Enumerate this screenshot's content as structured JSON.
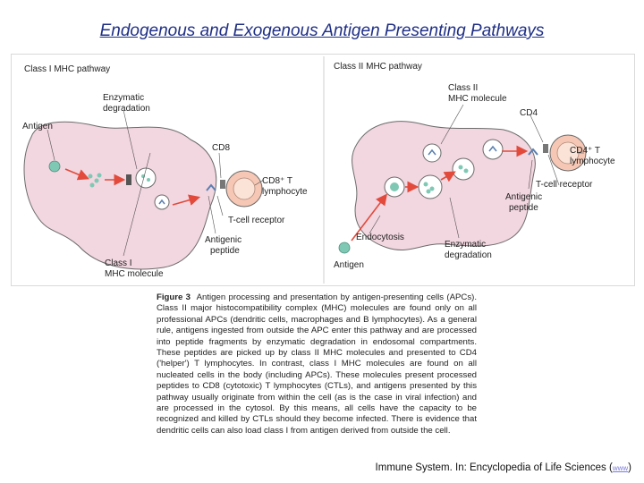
{
  "title": "Endogenous and Exogenous Antigen Presenting Pathways",
  "figure": {
    "class1": {
      "heading": "Class I MHC pathway",
      "enzymatic": "Enzymatic",
      "degradation": "degradation",
      "antigen": "Antigen",
      "cd8": "CD8",
      "cd8t_1": "CD8⁺ T",
      "cd8t_2": "lymphocyte",
      "tcr": "T-cell receptor",
      "peptide_1": "Antigenic",
      "peptide_2": "peptide",
      "mhc_1": "Class I",
      "mhc_2": "MHC molecule"
    },
    "class2": {
      "heading": "Class II MHC pathway",
      "mhc_1": "Class II",
      "mhc_2": "MHC molecule",
      "cd4": "CD4",
      "cd4t_1": "CD4⁺ T",
      "cd4t_2": "lymphocyte",
      "tcr": "T-cell receptor",
      "peptide_1": "Antigenic",
      "peptide_2": "peptide",
      "endocytosis": "Endocytosis",
      "enzymatic_1": "Enzymatic",
      "enzymatic_2": "degradation",
      "antigen": "Antigen"
    }
  },
  "caption": {
    "label": "Figure 3",
    "text": "Antigen processing and presentation by antigen-presenting cells (APCs). Class II major histocompatibility complex (MHC) molecules are found only on all professional APCs (dendritic cells, macrophages and B lymphocytes). As a general rule, antigens ingested from outside the APC enter this pathway and are processed into peptide fragments by enzymatic degradation in endosomal compartments. These peptides are picked up by class II MHC molecules and presented to CD4 ('helper') T lymphocytes. In contrast, class I MHC molecules are found on all nucleated cells in the body (including APCs). These molecules present processed peptides to CD8 (cytotoxic) T lymphocytes (CTLs), and antigens presented by this pathway usually originate from within the cell (as is the case in viral infection) and are processed in the cytosol. By this means, all cells have the capacity to be recognized and killed by CTLs should they become infected. There is evidence that dendritic cells can also load class I from antigen derived from outside the cell."
  },
  "citation": {
    "text": "Immune System. In: Encyclopedia of Life Sciences",
    "link": "www"
  },
  "colors": {
    "title": "#1f2f86",
    "cell_fill": "#f2d6e0",
    "cell_stroke": "#6b6b6b",
    "antigen": "#7fc9b4",
    "arrow": "#e24a3b",
    "lymphocyte": "#f6c7b4"
  }
}
